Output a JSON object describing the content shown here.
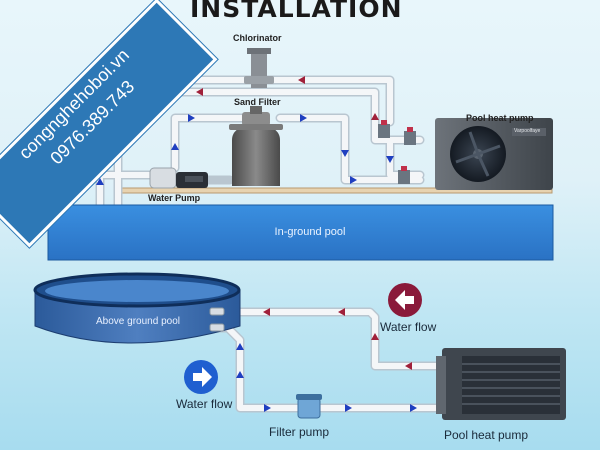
{
  "header": {
    "title": "INSTALLATION"
  },
  "watermark": {
    "site": "congnghehoboi.vn",
    "phone": "0976.389.743"
  },
  "labels": {
    "chlorinator": "Chlorinator",
    "sand_filter": "Sand Filter",
    "pool_heat_pump_top": "Pool heat pump",
    "water_pump": "Water Pump",
    "inground_pool": "In-ground pool",
    "above_ground_pool": "Above ground pool",
    "water_flow_left": "Water flow",
    "water_flow_right": "Water flow",
    "filter_pump": "Filter pump",
    "pool_heat_pump_bottom": "Pool heat pump",
    "heat_pump_brand": "Varpoolfaye"
  },
  "colors": {
    "pipe": "#f4f6f8",
    "pipe_edge": "#b9c6d0",
    "arrow_blue": "#1f3fc0",
    "arrow_red": "#a0203a",
    "pool_blue": "#2f86d8",
    "banner": "#2d78b6"
  },
  "icons": [
    "chlorinator-icon",
    "sand-filter-icon",
    "water-pump-icon",
    "heat-pump-icon",
    "valve-icon",
    "flow-arrow-icon"
  ]
}
